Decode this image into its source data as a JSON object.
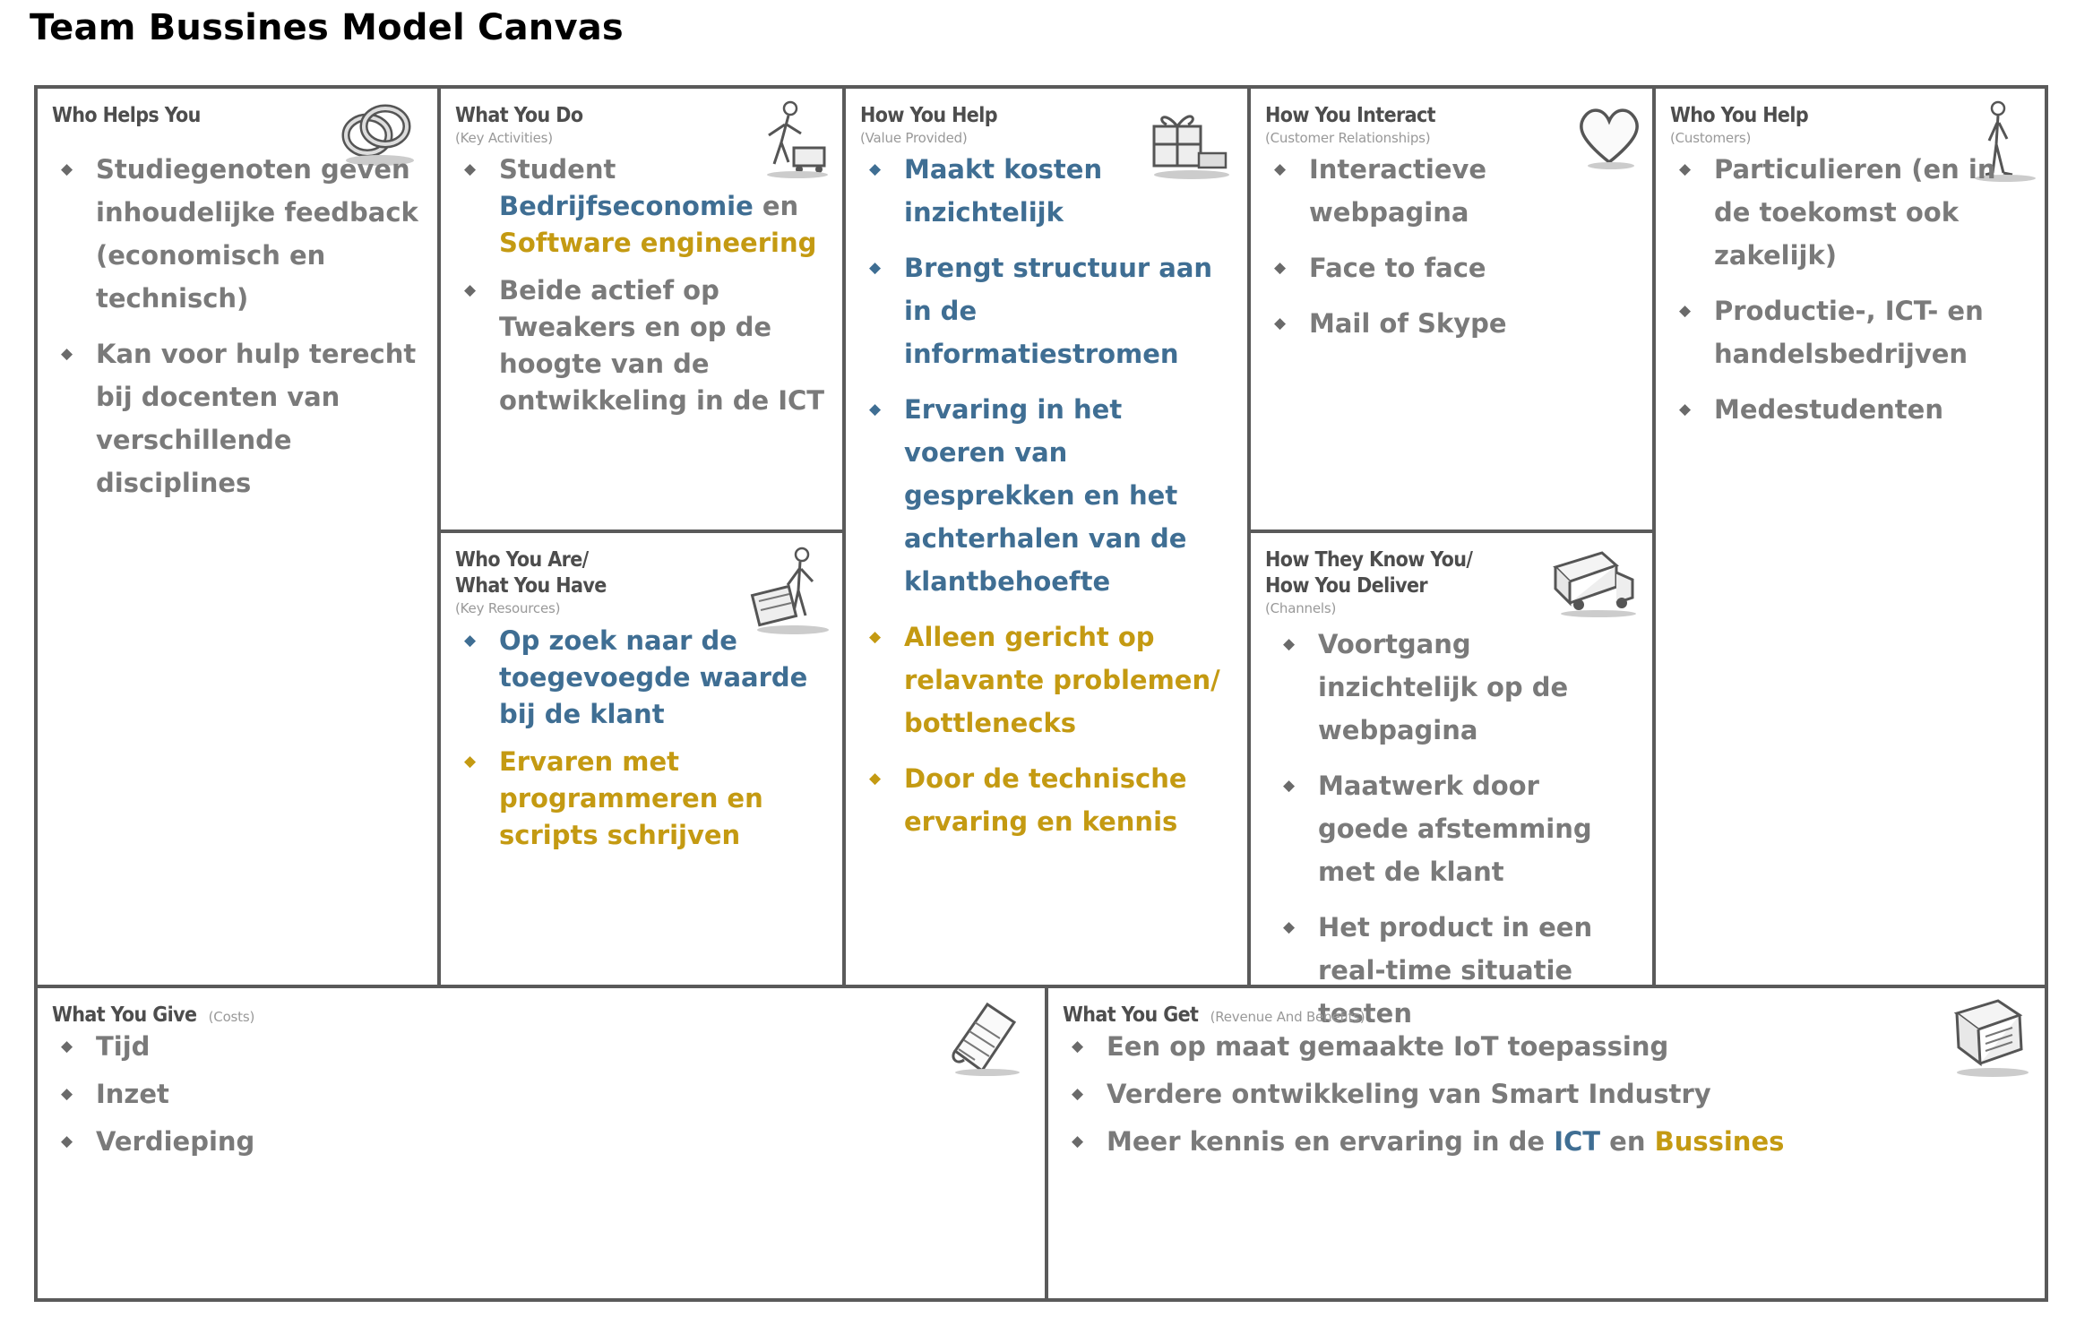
{
  "title": "Team Bussines Model Canvas",
  "colors": {
    "blue": "#3f6e93",
    "gold": "#c49a12",
    "grey": "#7a7a7a",
    "border": "#5a5a5a"
  },
  "blocks": {
    "who_helps": {
      "heading": "Who Helps You",
      "icon": "rings-icon",
      "items": [
        {
          "color": "grey",
          "parts": [
            "Studiegenoten geven inhoudelijke feedback (economisch en technisch)"
          ]
        },
        {
          "color": "grey",
          "parts": [
            "Kan voor hulp terecht bij docenten van verschillende disciplines"
          ]
        }
      ]
    },
    "what_do": {
      "heading": "What You Do",
      "sub": "(Key Activities)",
      "icon": "person-with-cart-icon",
      "items": [
        {
          "color": "grey",
          "parts": [
            "Student",
            "Bedrijfseconomie",
            "en",
            "Software engineering"
          ]
        },
        {
          "color": "grey",
          "parts": [
            "Beide actief op Tweakers en op de hoogte van de ontwikkeling in de ICT"
          ]
        }
      ]
    },
    "who_are": {
      "heading_line1": "Who You Are/",
      "heading_line2": "What You Have",
      "sub": "(Key Resources)",
      "icon": "person-with-crate-icon",
      "items": [
        {
          "color": "blue",
          "parts": [
            "Op zoek naar de toegevoegde waarde bij de klant"
          ]
        },
        {
          "color": "gold",
          "parts": [
            "Ervaren met programmeren en scripts schrijven"
          ]
        }
      ]
    },
    "how_help": {
      "heading": "How You Help",
      "sub": "(Value Provided)",
      "icon": "gift-icon",
      "items": [
        {
          "color": "blue",
          "parts": [
            "Maakt kosten inzichtelijk"
          ]
        },
        {
          "color": "blue",
          "parts": [
            "Brengt structuur aan in de informatiestromen"
          ]
        },
        {
          "color": "blue",
          "parts": [
            "Ervaring in het voeren van gesprekken en het achterhalen van de klantbehoefte"
          ]
        },
        {
          "color": "gold",
          "parts": [
            "Alleen gericht op relavante problemen/ bottlenecks"
          ]
        },
        {
          "color": "gold",
          "parts": [
            "Door de technische ervaring en kennis"
          ]
        }
      ]
    },
    "how_interact": {
      "heading": "How You Interact",
      "sub": "(Customer Relationships)",
      "icon": "heart-icon",
      "items": [
        {
          "color": "grey",
          "parts": [
            "Interactieve webpagina"
          ]
        },
        {
          "color": "grey",
          "parts": [
            "Face to face"
          ]
        },
        {
          "color": "grey",
          "parts": [
            "Mail of Skype"
          ]
        }
      ]
    },
    "how_know": {
      "heading_line1": "How They Know You/",
      "heading_line2": "How You Deliver",
      "sub": "(Channels)",
      "icon": "truck-icon",
      "items": [
        {
          "color": "grey",
          "parts": [
            "Voortgang inzichtelijk op de webpagina"
          ]
        },
        {
          "color": "grey",
          "parts": [
            "Maatwerk door goede afstemming met de klant"
          ]
        },
        {
          "color": "grey",
          "parts": [
            "Het product in een real-time situatie testen"
          ]
        }
      ]
    },
    "who_you_help": {
      "heading": "Who You Help",
      "sub": "(Customers)",
      "icon": "standing-person-icon",
      "items": [
        {
          "color": "grey",
          "parts": [
            "Particulieren (en in de toekomst ook zakelijk)"
          ]
        },
        {
          "color": "grey",
          "parts": [
            "Productie-, ICT- en handelsbedrijven"
          ]
        },
        {
          "color": "grey",
          "parts": [
            "Medestudenten"
          ]
        }
      ]
    },
    "what_give": {
      "heading": "What You Give",
      "sub": "(Costs)",
      "icon": "receipt-icon",
      "items": [
        {
          "color": "grey",
          "parts": [
            "Tijd"
          ]
        },
        {
          "color": "grey",
          "parts": [
            "Inzet"
          ]
        },
        {
          "color": "grey",
          "parts": [
            "Verdieping"
          ]
        }
      ]
    },
    "what_get": {
      "heading": "What You Get",
      "sub": "(Revenue And Benefits)",
      "icon": "cash-register-icon",
      "items": [
        {
          "color": "grey",
          "parts": [
            "Een op maat gemaakte IoT toepassing"
          ]
        },
        {
          "color": "grey",
          "parts": [
            "Verdere ontwikkeling van Smart Industry"
          ]
        },
        {
          "color": "grey",
          "parts": [
            "Meer kennis en ervaring in de",
            "ICT",
            "en",
            "Bussines"
          ]
        }
      ]
    }
  }
}
